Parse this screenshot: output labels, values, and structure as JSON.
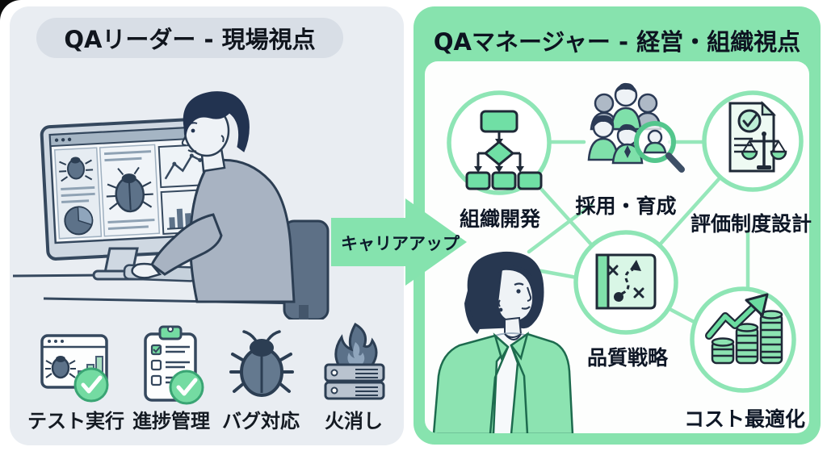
{
  "left_panel": {
    "title": "QAリーダー - 現場視点",
    "illustration": "man-working-at-monitor-with-bug-dashboards",
    "duties": [
      {
        "label": "テスト実行",
        "icon": "test-run-browser-check-icon"
      },
      {
        "label": "進捗管理",
        "icon": "progress-clipboard-check-icon"
      },
      {
        "label": "バグ対応",
        "icon": "bug-icon"
      },
      {
        "label": "火消し",
        "icon": "server-fire-icon"
      }
    ]
  },
  "transition": {
    "label": "キャリアアップ",
    "icon": "right-arrow-shape"
  },
  "right_panel": {
    "title": "QAマネージャー - 経営・組織視点",
    "illustration": "woman-manager-in-green-blazer",
    "nodes": [
      {
        "label": "組織開発",
        "icon": "org-chart-icon"
      },
      {
        "label": "採用・育成",
        "icon": "people-magnifier-icon"
      },
      {
        "label": "評価制度設計",
        "icon": "document-scales-icon"
      },
      {
        "label": "品質戦略",
        "icon": "strategy-map-icon"
      },
      {
        "label": "コスト最適化",
        "icon": "coins-growth-arrow-icon"
      }
    ]
  },
  "colors": {
    "accent_green": "#87e3ae",
    "line_green": "#96e7ba",
    "check_green": "#74dba2",
    "panel_gray": "#e9edf2",
    "pill_gray": "#d8dee6",
    "slate": "#35485e",
    "text_dark": "#101a29"
  }
}
